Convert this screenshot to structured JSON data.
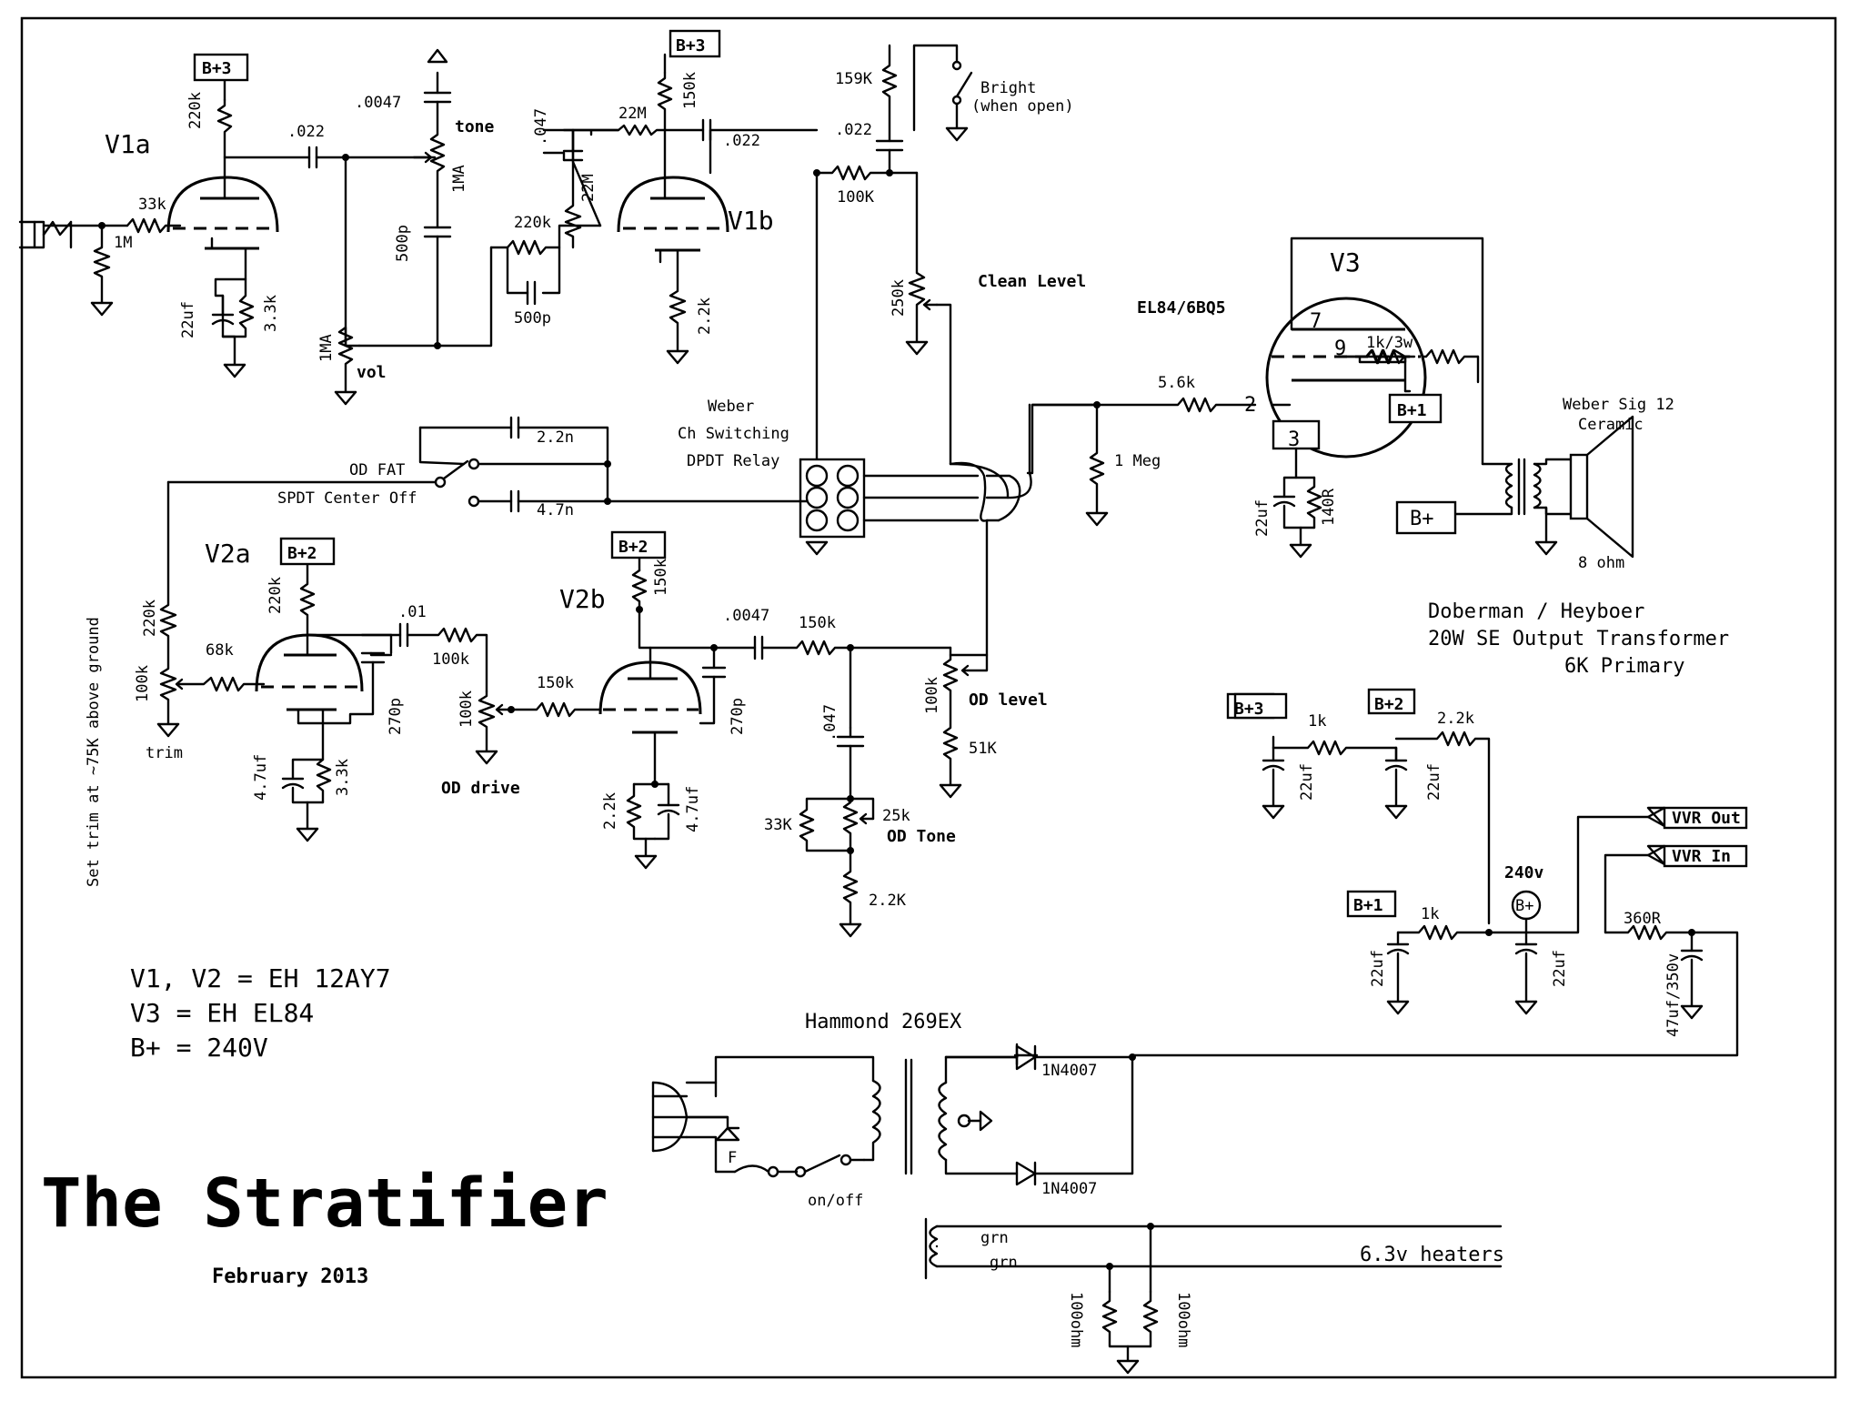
{
  "title": "The Stratifier",
  "date": "February 2013",
  "notes": {
    "tubes": [
      "V1, V2 = EH 12AY7",
      "V3 = EH EL84",
      "B+ = 240V"
    ],
    "trim_note": "Set trim at ~75K above ground",
    "transformer": [
      "Doberman / Heyboer",
      "20W SE Output Transformer",
      "6K Primary"
    ]
  },
  "tubes": {
    "v1a": "V1a",
    "v1b": "V1b",
    "v2a": "V2a",
    "v2b": "V2b",
    "v3": "V3",
    "v3_type": "EL84/6BQ5",
    "pins": {
      "p7": "7",
      "p9": "9",
      "p2": "2",
      "p3": "3"
    }
  },
  "rails": {
    "b3": "B+3",
    "b2": "B+2",
    "b1": "B+1",
    "bplus": "B+",
    "bp_symbol": "B+",
    "v240": "240v"
  },
  "switches": {
    "bright": [
      "Bright",
      "(when open)"
    ],
    "od_fat": "OD FAT",
    "spdt": "SPDT Center Off",
    "relay": [
      "Weber",
      "Ch Switching",
      "DPDT Relay"
    ],
    "power": "on/off"
  },
  "controls": {
    "tone": "tone",
    "vol": "vol",
    "clean_level": "Clean Level",
    "od_level": "OD level",
    "od_drive": "OD drive",
    "od_tone": "OD Tone",
    "trim": "trim"
  },
  "speaker": {
    "name": [
      "Weber Sig 12",
      "Ceramic"
    ],
    "impedance": "8 ohm"
  },
  "power": {
    "transformer": "Hammond 269EX",
    "diode": "1N4007",
    "fuse": "F",
    "heaters": "6.3v heaters",
    "grn": "grn",
    "vvr_out": "VVR Out",
    "vvr_in": "VVR In"
  },
  "components": {
    "r220k_v1a": "220k",
    "c022_v1a": ".022",
    "c0047_tone": ".0047",
    "r33k": "33k",
    "r1m_in": "1M",
    "c22uf_v1a": "22uf",
    "r3_3k_v1a": "3.3k",
    "r1ma_tone": "1MA",
    "c500p_tone": "500p",
    "r1ma_vol": "1MA",
    "c047": ".047",
    "r22m_a": "22M",
    "r22m_b": "22M",
    "r150k_v1b": "150k",
    "c022_v1b": ".022",
    "r220k_b": "220k",
    "c500p_b": "500p",
    "r2_2k_v1b": "2.2k",
    "r159k": "159K",
    "c022_bright": ".022",
    "r100k_clean": "100K",
    "r250k": "250k",
    "r5_6k": "5.6k",
    "r1meg": "1 Meg",
    "r1k3w": "1k/3w",
    "c22uf_v3": "22uf",
    "r140r": "140R",
    "c2_2n": "2.2n",
    "c4_7n": "4.7n",
    "r220k_trim": "220k",
    "r100k_trim": "100k",
    "r68k": "68k",
    "r220k_v2a": "220k",
    "c01": ".01",
    "r100k_v2a": "100k",
    "c270p_v2a": "270p",
    "c4_7uf_v2a": "4.7uf",
    "r3_3k_v2a": "3.3k",
    "r100k_drive": "100k",
    "r150k_drive": "150k",
    "r150k_v2b": "150k",
    "c0047_v2b": ".0047",
    "r150k_od": "150k",
    "c270p_v2b": "270p",
    "r2_2k_v2b": "2.2k",
    "c4_7uf_v2b": "4.7uf",
    "c047_od": ".047",
    "r33k_od": "33K",
    "r25k": "25k",
    "r2_2k_od": "2.2K",
    "r100k_odl": "100k",
    "r51k": "51K",
    "r1k_b3": "1k",
    "r2_2k_b2": "2.2k",
    "c22uf_b3": "22uf",
    "c22uf_b2": "22uf",
    "r1k_b1": "1k",
    "c22uf_b1": "22uf",
    "c22uf_240": "22uf",
    "r360r": "360R",
    "c47uf": "47uf/350v",
    "r100ohm_a": "100ohm",
    "r100ohm_b": "100ohm"
  }
}
